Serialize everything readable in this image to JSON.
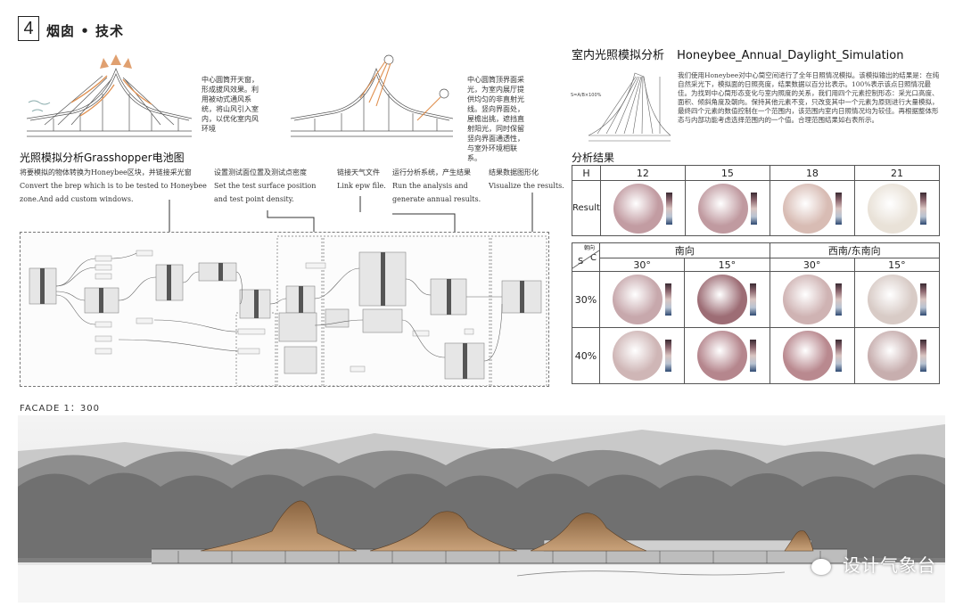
{
  "header": {
    "section_number": "4",
    "section_title": "烟囱 • 技术"
  },
  "notes": {
    "left": "中心圆筒开天窗，形成拔风效果。利用被动式通风系统，将山风引入室内，以优化室内风环境",
    "right": "中心圆筒顶界面采光，为室内展厅提供均匀的非直射光线。竖向界面处，屋檐出挑，遮挡直射阳光，同时保留竖向界面通透性，与室外环境相联系。"
  },
  "daylight": {
    "title": "室内光照模拟分析",
    "title_en": "Honeybee_Annual_Daylight_Simulation",
    "intro": "我们使用Honeybee对中心筒空间进行了全年日照情况模拟。该模拟输出的结果是：在纯自然采光下，模拟面的日照亮度，结果数据以百分比表示。100%表示该点日照情况最佳。为找到中心筒形态变化与室内照度的关系，我们用四个元素控制形态：采光口高度、面积、倾斜角度及朝向。保持其他元素不变，只改变其中一个元素为原则进行大量模拟，最终四个元素的数值控制在一个范围内，该范围内室内日照情况均为较佳。再根据整体形态与内部功能考虑选择范围内的一个值。合理范围结果如右表所示。",
    "formula": "S=A/B×100%"
  },
  "grasshopper": {
    "title": "光照模拟分析Grasshopper电池图",
    "step1_cn": "将要模拟的物体转换为Honeybee区块，并链接采光窗",
    "step1_en": "Convert the brep which is to be tested to Honeybee zone.And add custom windows.",
    "step2_cn": "设置测试面位置及测试点密度",
    "step2_en": "Set the test surface position and test point density.",
    "step3_cn": "链接天气文件",
    "step3_en": "Link epw file.",
    "step4_cn": "运行分析系统，产生结果",
    "step4_en": "Run the analysis and generate annual results.",
    "step5_cn": "结果数据图形化",
    "step5_en": "Visualize the results."
  },
  "results": {
    "title": "分析结果",
    "table1": {
      "h_label": "H",
      "result_label": "Result",
      "columns": [
        "12",
        "15",
        "18",
        "21"
      ]
    },
    "table2": {
      "corner_top": "朝向",
      "corner_s": "S",
      "corner_c": "C",
      "groups": [
        "南向",
        "西南/东南向"
      ],
      "angles": [
        "30°",
        "15°",
        "30°",
        "15°"
      ],
      "rows": [
        "30%",
        "40%"
      ]
    },
    "disc_colors": {
      "h12": "#c29ca2",
      "h15": "#c09aa0",
      "h18": "#d8bcb4",
      "h21": "#e9e2d8",
      "r30": [
        "#c7a8ac",
        "#9d6d75",
        "#cfb3b3",
        "#d8cbc6"
      ],
      "r40": [
        "#cfb6b6",
        "#b5868d",
        "#b9898f",
        "#c7aeae"
      ]
    }
  },
  "facade": {
    "label": "FACADE 1：300"
  },
  "watermark": "设计气象台"
}
